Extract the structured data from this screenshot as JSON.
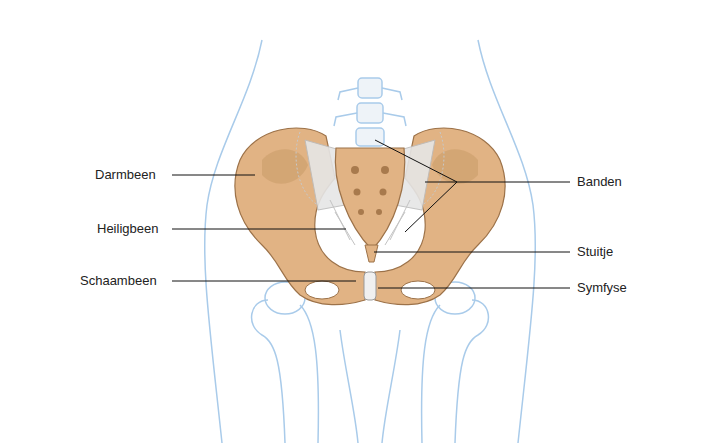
{
  "diagram": {
    "labels": [
      "Darmbeen",
      "Banden",
      "Heiligbeen",
      "Stuitje",
      "Schaambeen",
      "Symfyse"
    ]
  }
}
